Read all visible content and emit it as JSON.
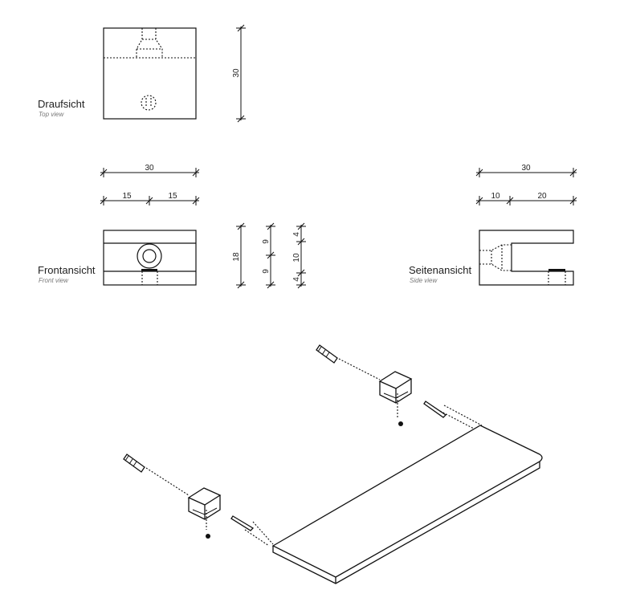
{
  "views": {
    "top": {
      "label": "Draufsicht",
      "sublabel": "Top view",
      "dim_height": "30"
    },
    "front": {
      "label": "Frontansicht",
      "sublabel": "Front view",
      "dim_width": "30",
      "dim_half_left": "15",
      "dim_half_right": "15",
      "dim_height": "18",
      "dim_upper": "9",
      "dim_lower": "9",
      "dim_top_gap": "4",
      "dim_slot": "10",
      "dim_bottom_gap": "4"
    },
    "side": {
      "label": "Seitenansicht",
      "sublabel": "Side view",
      "dim_width": "30",
      "dim_left": "10",
      "dim_right": "20"
    }
  }
}
